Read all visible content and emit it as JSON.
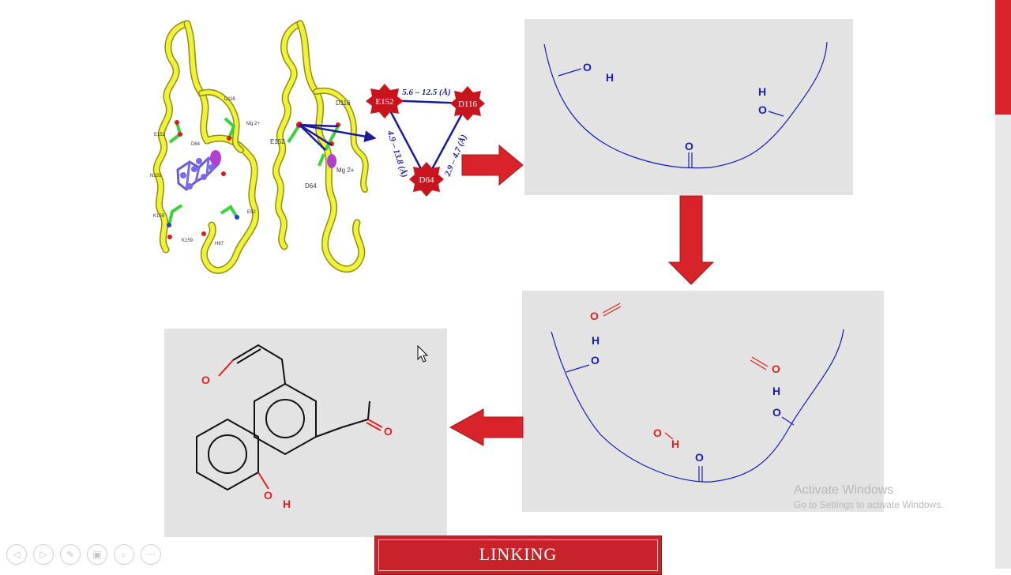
{
  "residues": {
    "e152": "E152",
    "d116": "D116",
    "d64": "D64",
    "mg": "Mg 2+",
    "dist_e152_d116": "5.6 – 12.5 (Å)",
    "dist_e152_d64": "4.9 – 13.8 (Å)",
    "dist_d64_d116": "2.9 – 4.7 (Å)",
    "small_labels": [
      "E152",
      "D116",
      "Mg 2+",
      "D64",
      "N155",
      "K159",
      "H67",
      "E92",
      "K159"
    ]
  },
  "atoms": {
    "o": "O",
    "h": "H"
  },
  "banner": {
    "label": "LINKING"
  },
  "watermark": {
    "title": "Activate Windows",
    "subtitle": "Go to Settings to activate Windows."
  },
  "nav": [
    "◁",
    "▷",
    "✎",
    "▣",
    "⌕",
    "⋯"
  ],
  "colors": {
    "arrow_red": "#d9232a",
    "pocket_blue": "#1a1ab8",
    "oxygen_red": "#e0201c",
    "helix_yellow": "#f0f23a",
    "residue_red": "#c8141c",
    "panel_gray": "#e3e3e3"
  }
}
